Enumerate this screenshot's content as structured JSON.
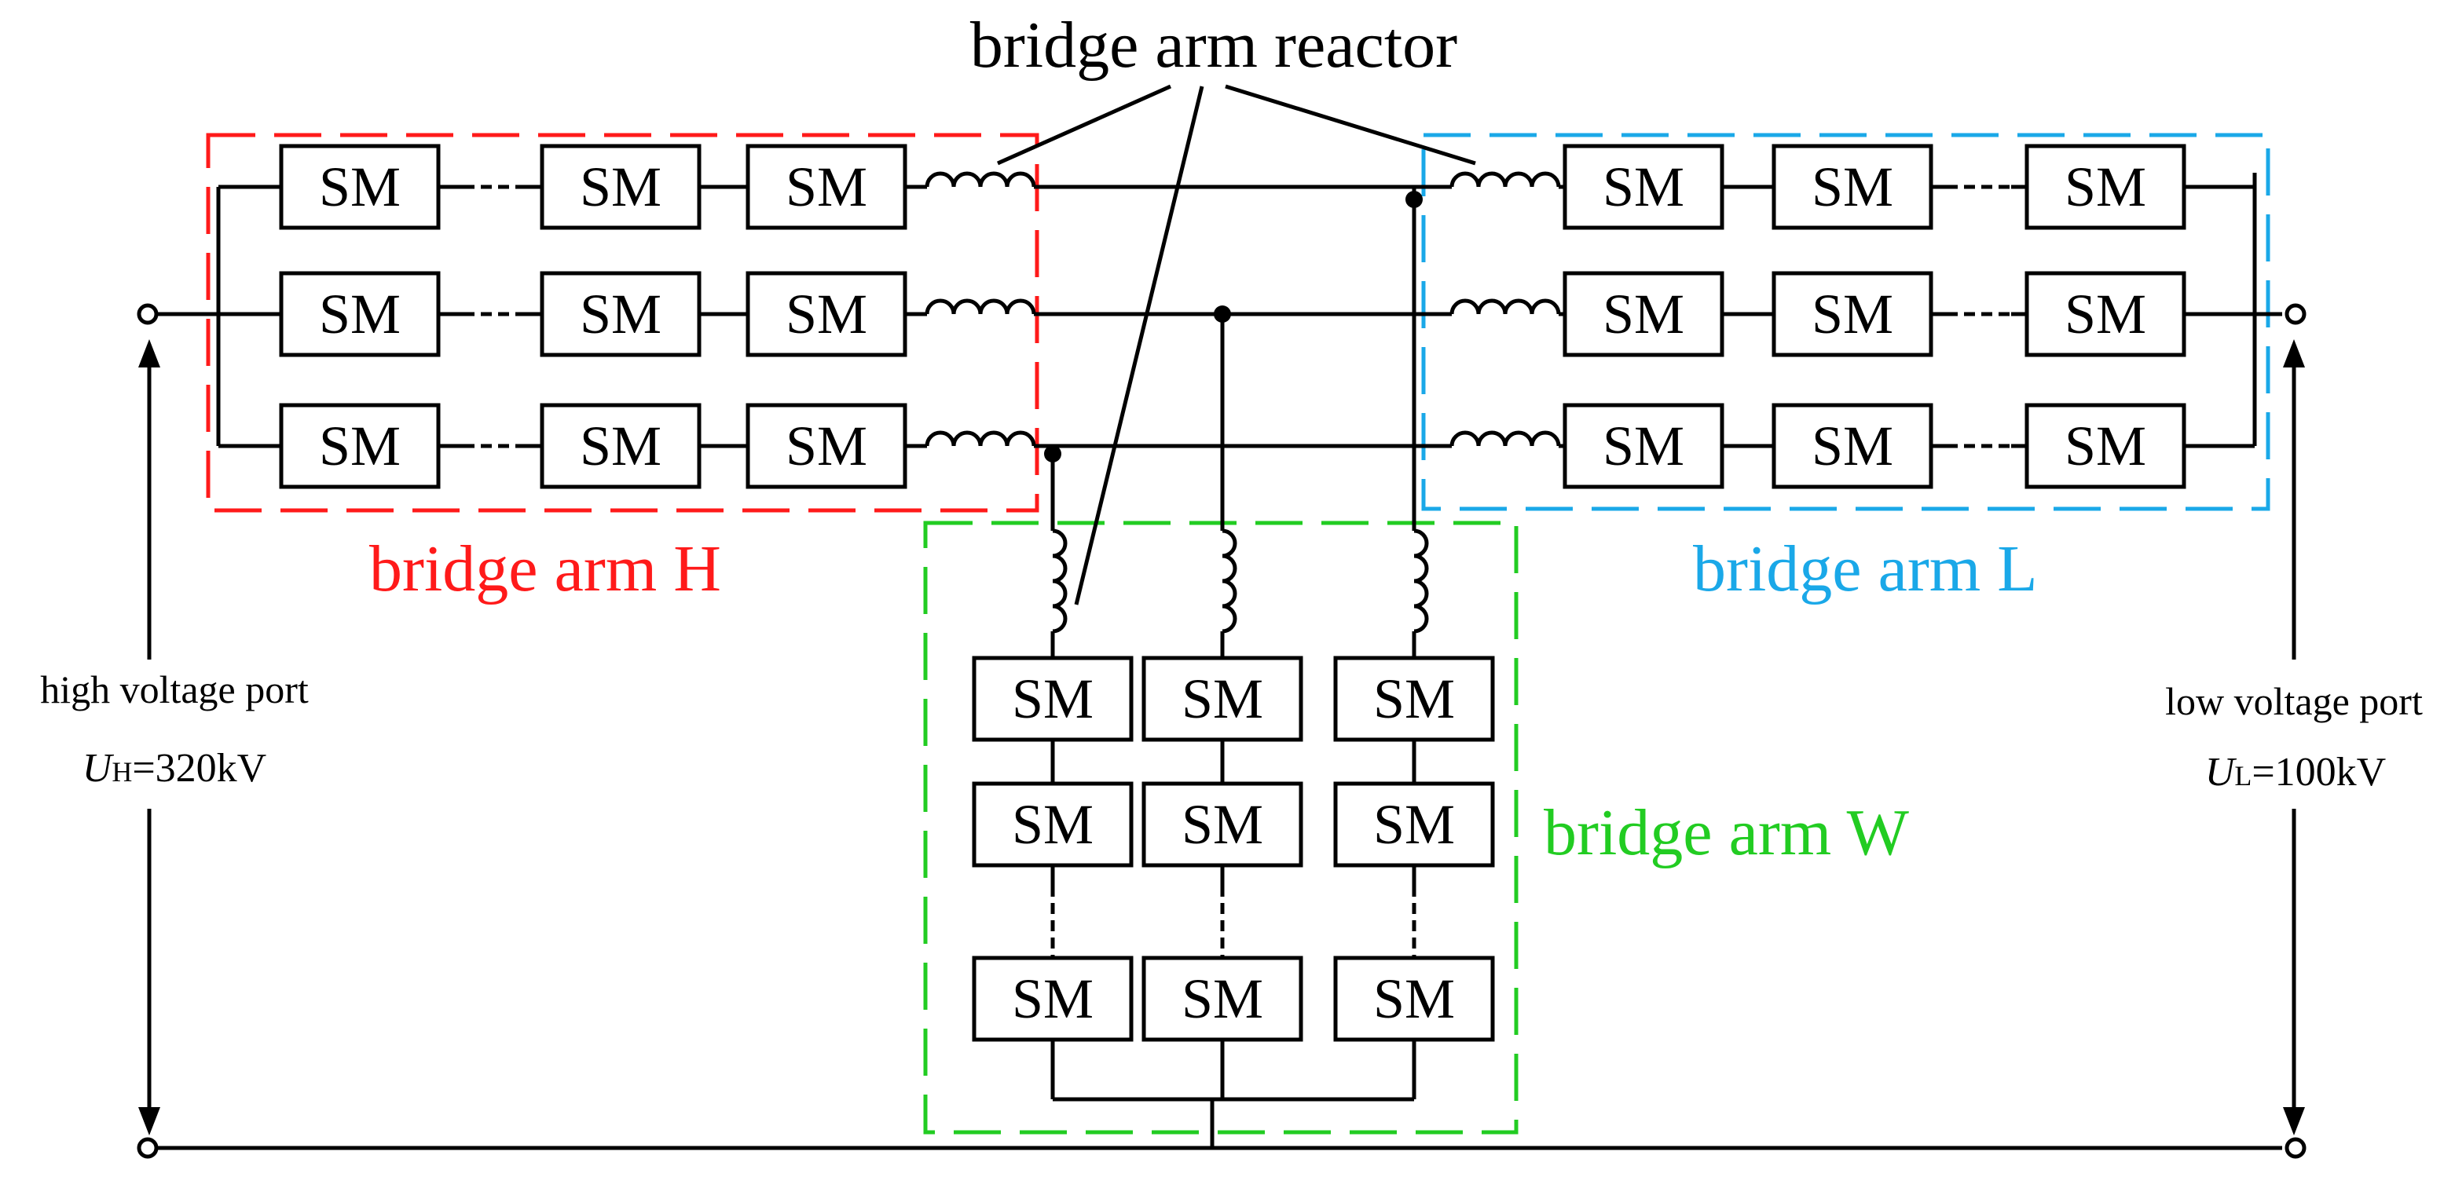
{
  "title": "bridge arm reactor",
  "module_label": "SM",
  "arms": {
    "H": {
      "label": "bridge arm H",
      "color": "#ff1a1a"
    },
    "L": {
      "label": "bridge arm L",
      "color": "#1aa8e8"
    },
    "W": {
      "label": "bridge arm W",
      "color": "#22cc22"
    }
  },
  "ports": {
    "high": {
      "label": "high voltage port",
      "var": "U",
      "sub": "H",
      "value": "=320kV"
    },
    "low": {
      "label": "low voltage port",
      "var": "U",
      "sub": "L",
      "value": "=100kV"
    }
  }
}
